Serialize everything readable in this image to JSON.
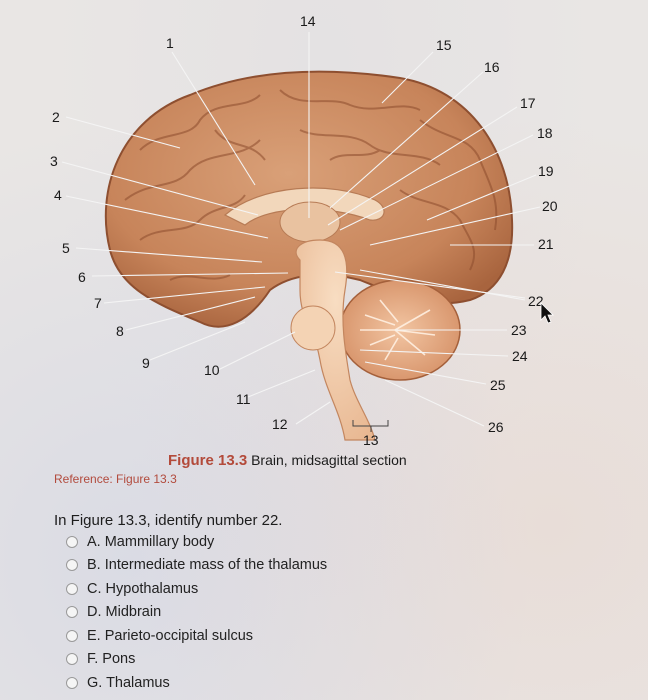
{
  "figure": {
    "labels": [
      "1",
      "2",
      "3",
      "4",
      "5",
      "6",
      "7",
      "8",
      "9",
      "10",
      "11",
      "12",
      "13",
      "14",
      "15",
      "16",
      "17",
      "18",
      "19",
      "20",
      "21",
      "22",
      "23",
      "24",
      "25",
      "26"
    ]
  },
  "caption": {
    "figure_number": "Figure 13.3",
    "title": "Brain, midsagittal section"
  },
  "reference": "Reference: Figure 13.3",
  "question": "In Figure 13.3, identify number 22.",
  "options": [
    "A. Mammillary body",
    "B. Intermediate mass of the thalamus",
    "C. Hypothalamus",
    "D. Midbrain",
    "E. Parieto-occipital sulcus",
    "F. Pons",
    "G. Thalamus"
  ],
  "colors": {
    "cortex": "#c98a60",
    "cortex_dark": "#a8643e",
    "brainstem": "#f0c9a6",
    "cerebellum": "#e4a47c",
    "caption_accent": "#b34a3a"
  }
}
